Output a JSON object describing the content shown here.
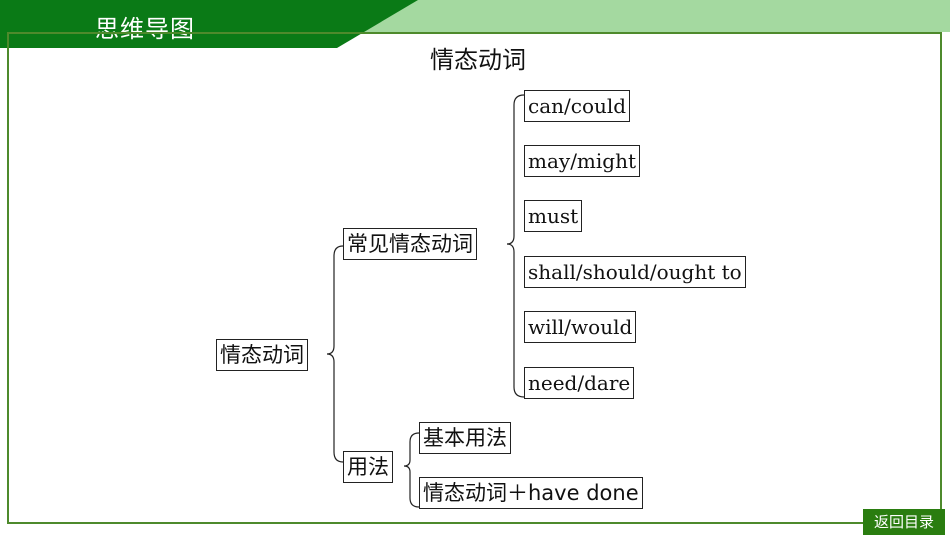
{
  "header": {
    "section_title": "思维导图"
  },
  "page": {
    "title": "情态动词"
  },
  "mindmap": {
    "root": "情态动词",
    "branch_common": "常见情态动词",
    "common_items": [
      "can/could",
      "may/might",
      "must",
      "shall/should/ought to",
      "will/would",
      "need/dare"
    ],
    "branch_usage": "用法",
    "usage_items": [
      "基本用法",
      "情态动词＋have done"
    ]
  },
  "footer": {
    "back_label": "返回目录"
  },
  "colors": {
    "header_dark": "#0a7a16",
    "header_light": "#a4d9a0",
    "frame": "#4e8a2c",
    "button": "#2a7d10"
  }
}
